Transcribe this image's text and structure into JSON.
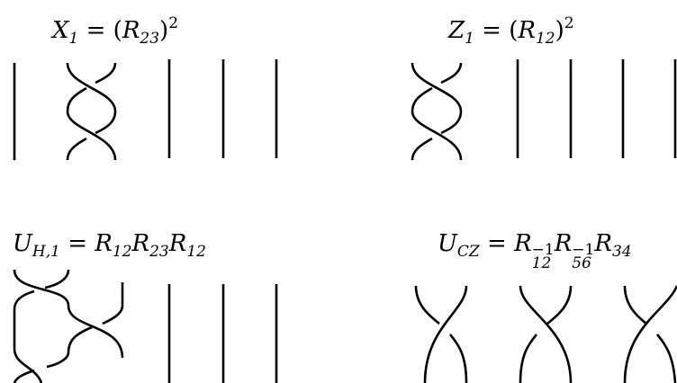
{
  "panels": {
    "x1": {
      "lhs": "X",
      "lhs_sub": "1",
      "eq": " = (",
      "r": "R",
      "r_sub": "23",
      "close": ")",
      "sup": "2"
    },
    "z1": {
      "lhs": "Z",
      "lhs_sub": "1",
      "eq": " = (",
      "r": "R",
      "r_sub": "12",
      "close": ")",
      "sup": "2"
    },
    "uh": {
      "lhs": "U",
      "lhs_sub": "H,1",
      "eq": " = ",
      "t1": "R",
      "t1_sub": "12",
      "t2": "R",
      "t2_sub": "23",
      "t3": "R",
      "t3_sub": "12"
    },
    "ucz": {
      "lhs": "U",
      "lhs_sub": "CZ",
      "eq": " = ",
      "t1": "R",
      "t1_sup": "−1",
      "t1_sub": "12",
      "t2": "R",
      "t2_sup": "−1",
      "t2_sub": "56",
      "t3": "R",
      "t3_sub": "34"
    }
  },
  "style": {
    "stroke": "#000000",
    "background": "#ffffff"
  }
}
